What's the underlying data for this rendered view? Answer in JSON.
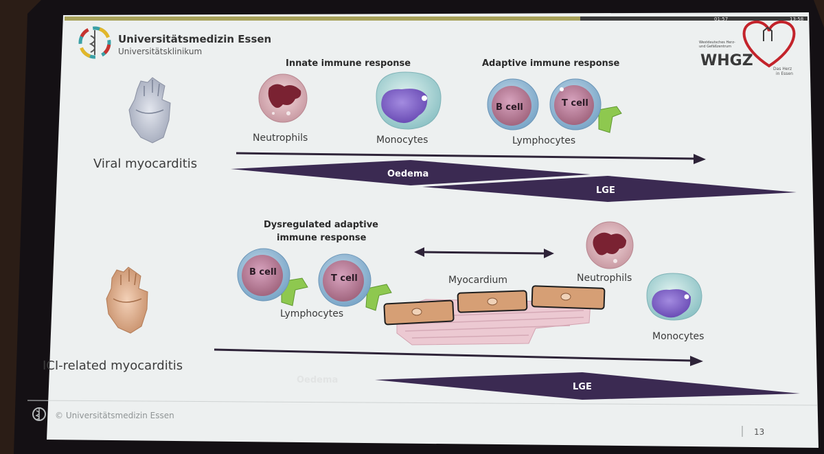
{
  "header": {
    "university_name": "Universitätsmedizin Essen",
    "university_sub": "Universitätsklinikum",
    "partner_logo_text": "WHGZ",
    "partner_logo_line1": "Westdeutsches Herz-",
    "partner_logo_line2": "und Gefäßzentrum",
    "partner_slogan_line1": "Das Herz",
    "partner_slogan_line2": "in Essen"
  },
  "timers": {
    "left": "01:57",
    "right": "13:58"
  },
  "viral": {
    "innate_heading": "Innate immune response",
    "adaptive_heading": "Adaptive immune response",
    "neutrophils_label": "Neutrophils",
    "monocytes_label": "Monocytes",
    "b_cell_label": "B cell",
    "t_cell_label": "T cell",
    "lymphocytes_label": "Lymphocytes",
    "condition_label": "Viral myocarditis",
    "oedema_label": "Oedema",
    "lge_label": "LGE"
  },
  "ici": {
    "heading_line1": "Dysregulated adaptive",
    "heading_line2": "immune response",
    "b_cell_label": "B cell",
    "t_cell_label": "T cell",
    "lymphocytes_label": "Lymphocytes",
    "myocardium_label": "Myocardium",
    "neutrophils_label": "Neutrophils",
    "monocytes_label": "Monocytes",
    "condition_label": "ICI-related myocarditis",
    "oedema_label": "Oedema",
    "lge_label": "LGE"
  },
  "footer": {
    "copyright": "© Universitätsmedizin Essen",
    "page_number": "13"
  },
  "colors": {
    "bar_purple": "#3b2a52",
    "arrow": "#2e2338",
    "heading": "#2a2a2a",
    "label": "#3a3a3a",
    "whgz_red": "#c3232b",
    "whgz_dark": "#3a3a3a",
    "slide_bg": "#edf0f0"
  },
  "icons": [
    "uni-logo-icon",
    "heart-icon",
    "neutrophil-icon",
    "monocyte-icon",
    "b-cell-icon",
    "t-cell-icon",
    "myocardium-icon",
    "whgz-heart-icon"
  ]
}
